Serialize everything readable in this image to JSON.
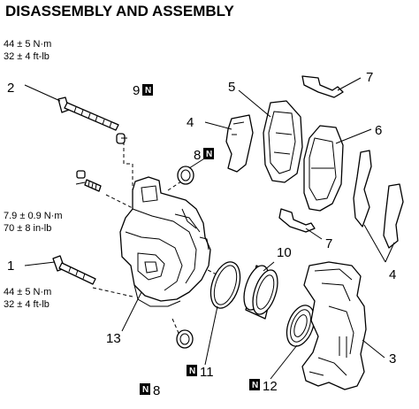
{
  "title": "DISASSEMBLY AND ASSEMBLY",
  "torques": {
    "bolt_2_nm": "44 ± 5 N·m",
    "bolt_2_ftlb": "32 ± 4 ft-lb",
    "bleeder_nm": "7.9 ± 0.9 N·m",
    "bleeder_inlb": "70 ± 8 in-lb",
    "bolt_1_nm": "44 ± 5 N·m",
    "bolt_1_ftlb": "32 ± 4 ft-lb"
  },
  "callouts": {
    "c1": "1",
    "c2": "2",
    "c3": "3",
    "c4a": "4",
    "c4b": "4",
    "c5": "5",
    "c6": "6",
    "c7a": "7",
    "c7b": "7",
    "c8a": "8",
    "c8b": "8",
    "c9": "9",
    "c10": "10",
    "c11": "11",
    "c12": "12",
    "c13": "13"
  },
  "badge_letter": "N"
}
